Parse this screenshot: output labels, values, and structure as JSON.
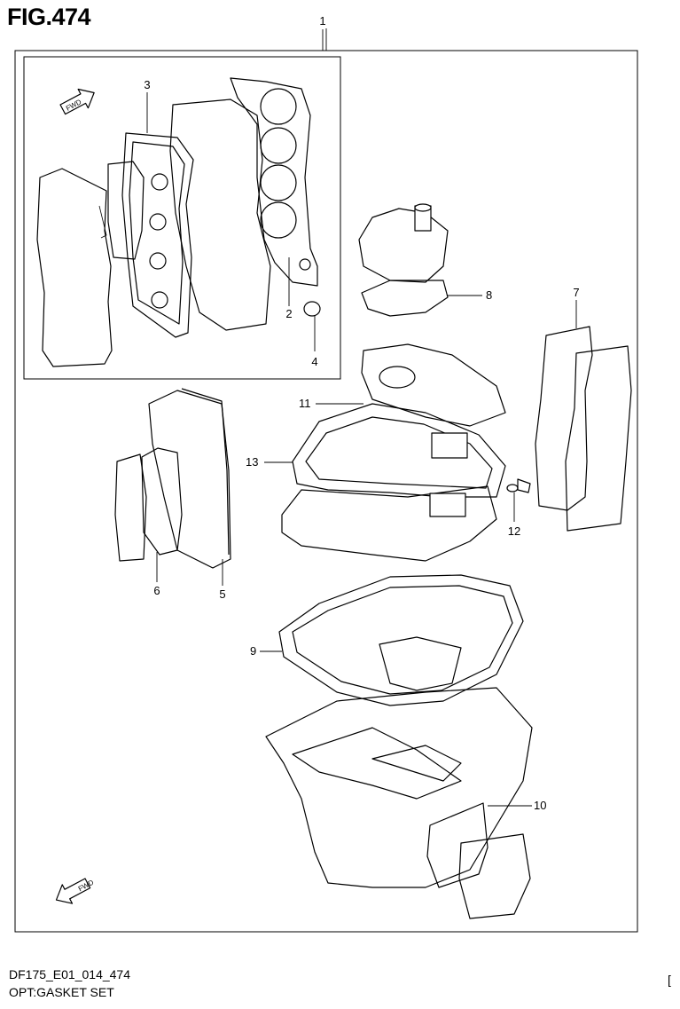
{
  "figure": {
    "title": "FIG.474"
  },
  "footer": {
    "code": "DF175_E01_014_474",
    "description": "OPT:GASKET SET"
  },
  "corner_mark": "[",
  "callouts": {
    "c1": "1",
    "c2": "2",
    "c3": "3",
    "c4": "4",
    "c5": "5",
    "c6": "6",
    "c7": "7",
    "c8": "8",
    "c9": "9",
    "c10": "10",
    "c11": "11",
    "c12": "12",
    "c13": "13"
  },
  "direction_markers": {
    "label": "FWD"
  }
}
